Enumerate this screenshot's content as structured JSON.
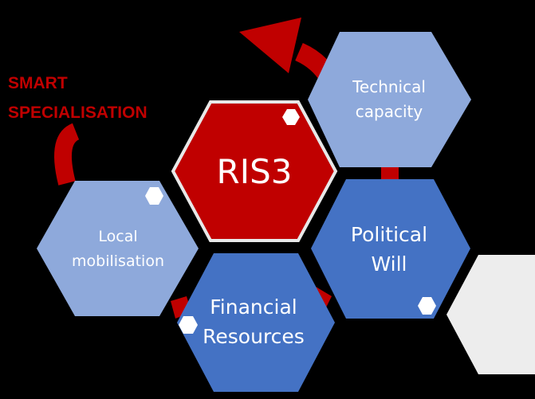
{
  "caption": {
    "line1": "SMART",
    "line2": "SPECIALISATION"
  },
  "hexagons": {
    "ris3": {
      "label": "RIS3"
    },
    "technical": {
      "line1": "Technical",
      "line2": "capacity"
    },
    "political": {
      "line1": "Political",
      "line2": "Will"
    },
    "local": {
      "line1": "Local",
      "line2": "mobilisation"
    },
    "financial": {
      "line1": "Financial",
      "line2": "Resources"
    }
  },
  "colors": {
    "background": "#000000",
    "arrow_red": "#C00000",
    "ris3_fill": "#C00000",
    "ris3_stroke": "#E8E8E8",
    "caption_text": "#C00000",
    "light_blue": "#8EA9DB",
    "medium_blue": "#4472C4",
    "light_blue_text": "#FFFFFF",
    "grey_panel": "#EDEDED",
    "small_hex": "#FFFFFF"
  }
}
